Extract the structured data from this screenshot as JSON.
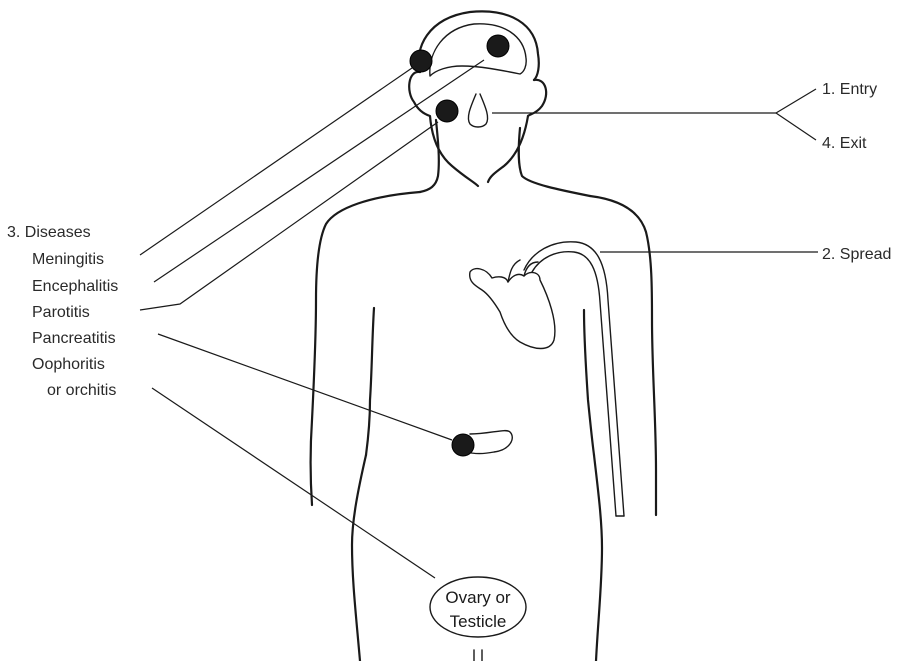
{
  "labels": {
    "entry": "1. Entry",
    "exit": "4. Exit",
    "spread": "2. Spread",
    "diseases_heading": "3. Diseases",
    "meningitis": "Meningitis",
    "encephalitis": "Encephalitis",
    "parotitis": "Parotitis",
    "pancreatitis": "Pancreatitis",
    "oophoritis_line1": "Oophoritis",
    "oophoritis_line2": "or orchitis",
    "gonad_line1": "Ovary or",
    "gonad_line2": "Testicle"
  },
  "colors": {
    "ink": "#1a1a1a",
    "background": "#ffffff"
  }
}
